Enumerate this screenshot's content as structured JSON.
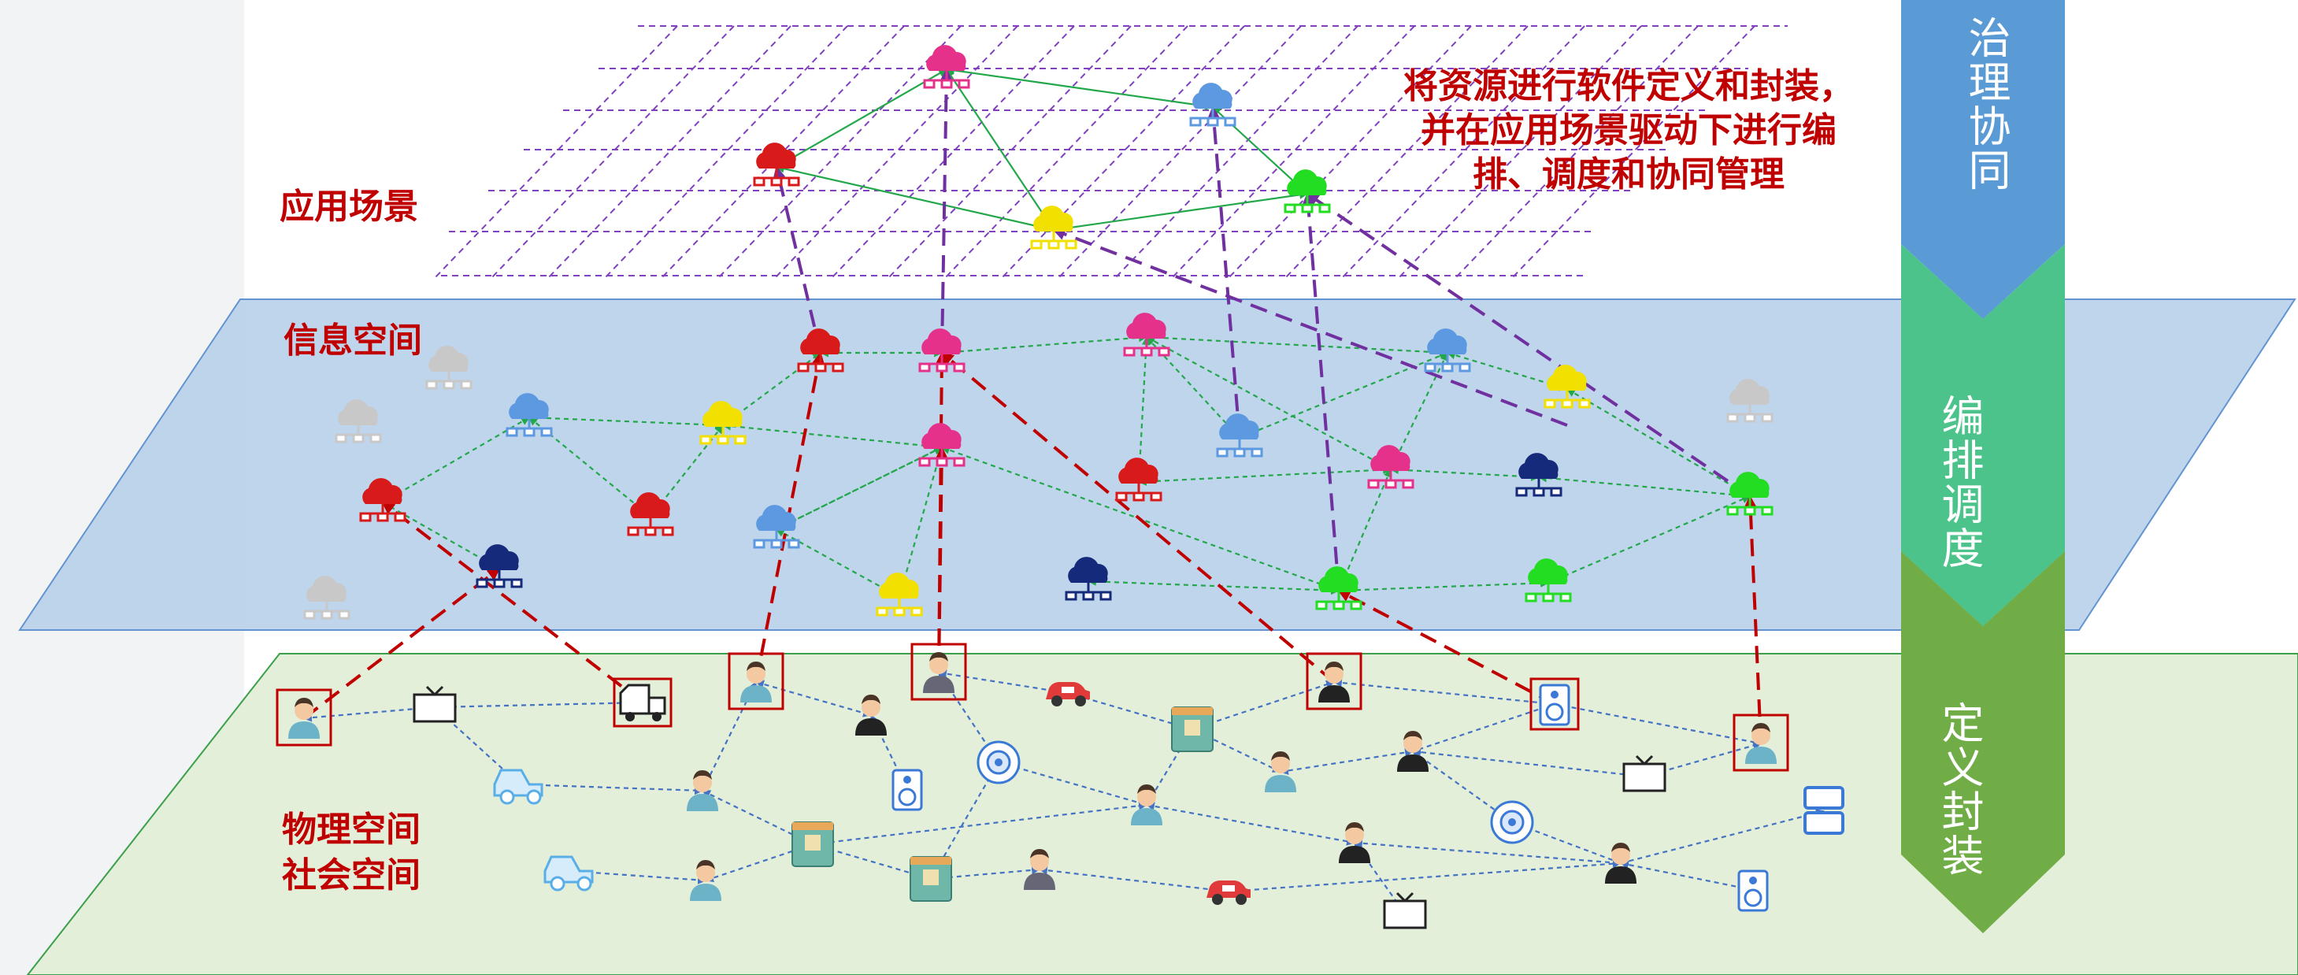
{
  "layers": {
    "application": "应用场景",
    "information": "信息空间",
    "physical": "物理空间",
    "social": "社会空间"
  },
  "annotation": {
    "line1": "将资源进行软件定义和封装，",
    "line2": "并在应用场景驱动下进行编",
    "line3": "排、调度和协同管理"
  },
  "stages": [
    {
      "label": "治理协同",
      "color": "#5b9bd5"
    },
    {
      "label": "编排调度",
      "color": "#4cc38a"
    },
    {
      "label": "定义封装",
      "color": "#70ad47"
    }
  ],
  "colors": {
    "label_red": "#c00000",
    "info_plane": "#bcd3ea",
    "physical_plane": "#e3efd9",
    "green_link": "#22a84a",
    "blue_link": "#4472c4",
    "red_link": "#c00000",
    "purple_link": "#7030a0"
  },
  "icons": {
    "cloud": "cloud-network-icon",
    "person": "person-icon",
    "tv": "tv-icon",
    "car": "car-icon",
    "speaker": "speaker-icon",
    "coffee_machine": "coffee-machine-icon",
    "robot_vacuum": "robot-vacuum-icon",
    "server": "server-icon",
    "truck": "truck-icon"
  }
}
